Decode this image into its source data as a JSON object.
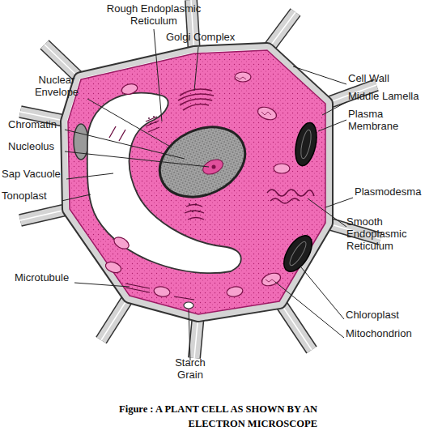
{
  "diagram": {
    "caption": "Figure : A PLANT CELL AS SHOWN BY AN ELECTRON MICROSCOPE",
    "labels": [
      "Rough Endoplasmic Reticulum",
      "Golgi Complex",
      "Nuclear Envelope",
      "Cell Wall",
      "Middle Lamella",
      "Plasma Membrane",
      "Chromatin",
      "Nucleolus",
      "Sap Vacuole",
      "Tonoplast",
      "Plasmodesma",
      "Smooth Endoplasmic Reticulum",
      "Microtubule",
      "Chloroplast",
      "Mitochondrion",
      "Starch Grain"
    ]
  }
}
